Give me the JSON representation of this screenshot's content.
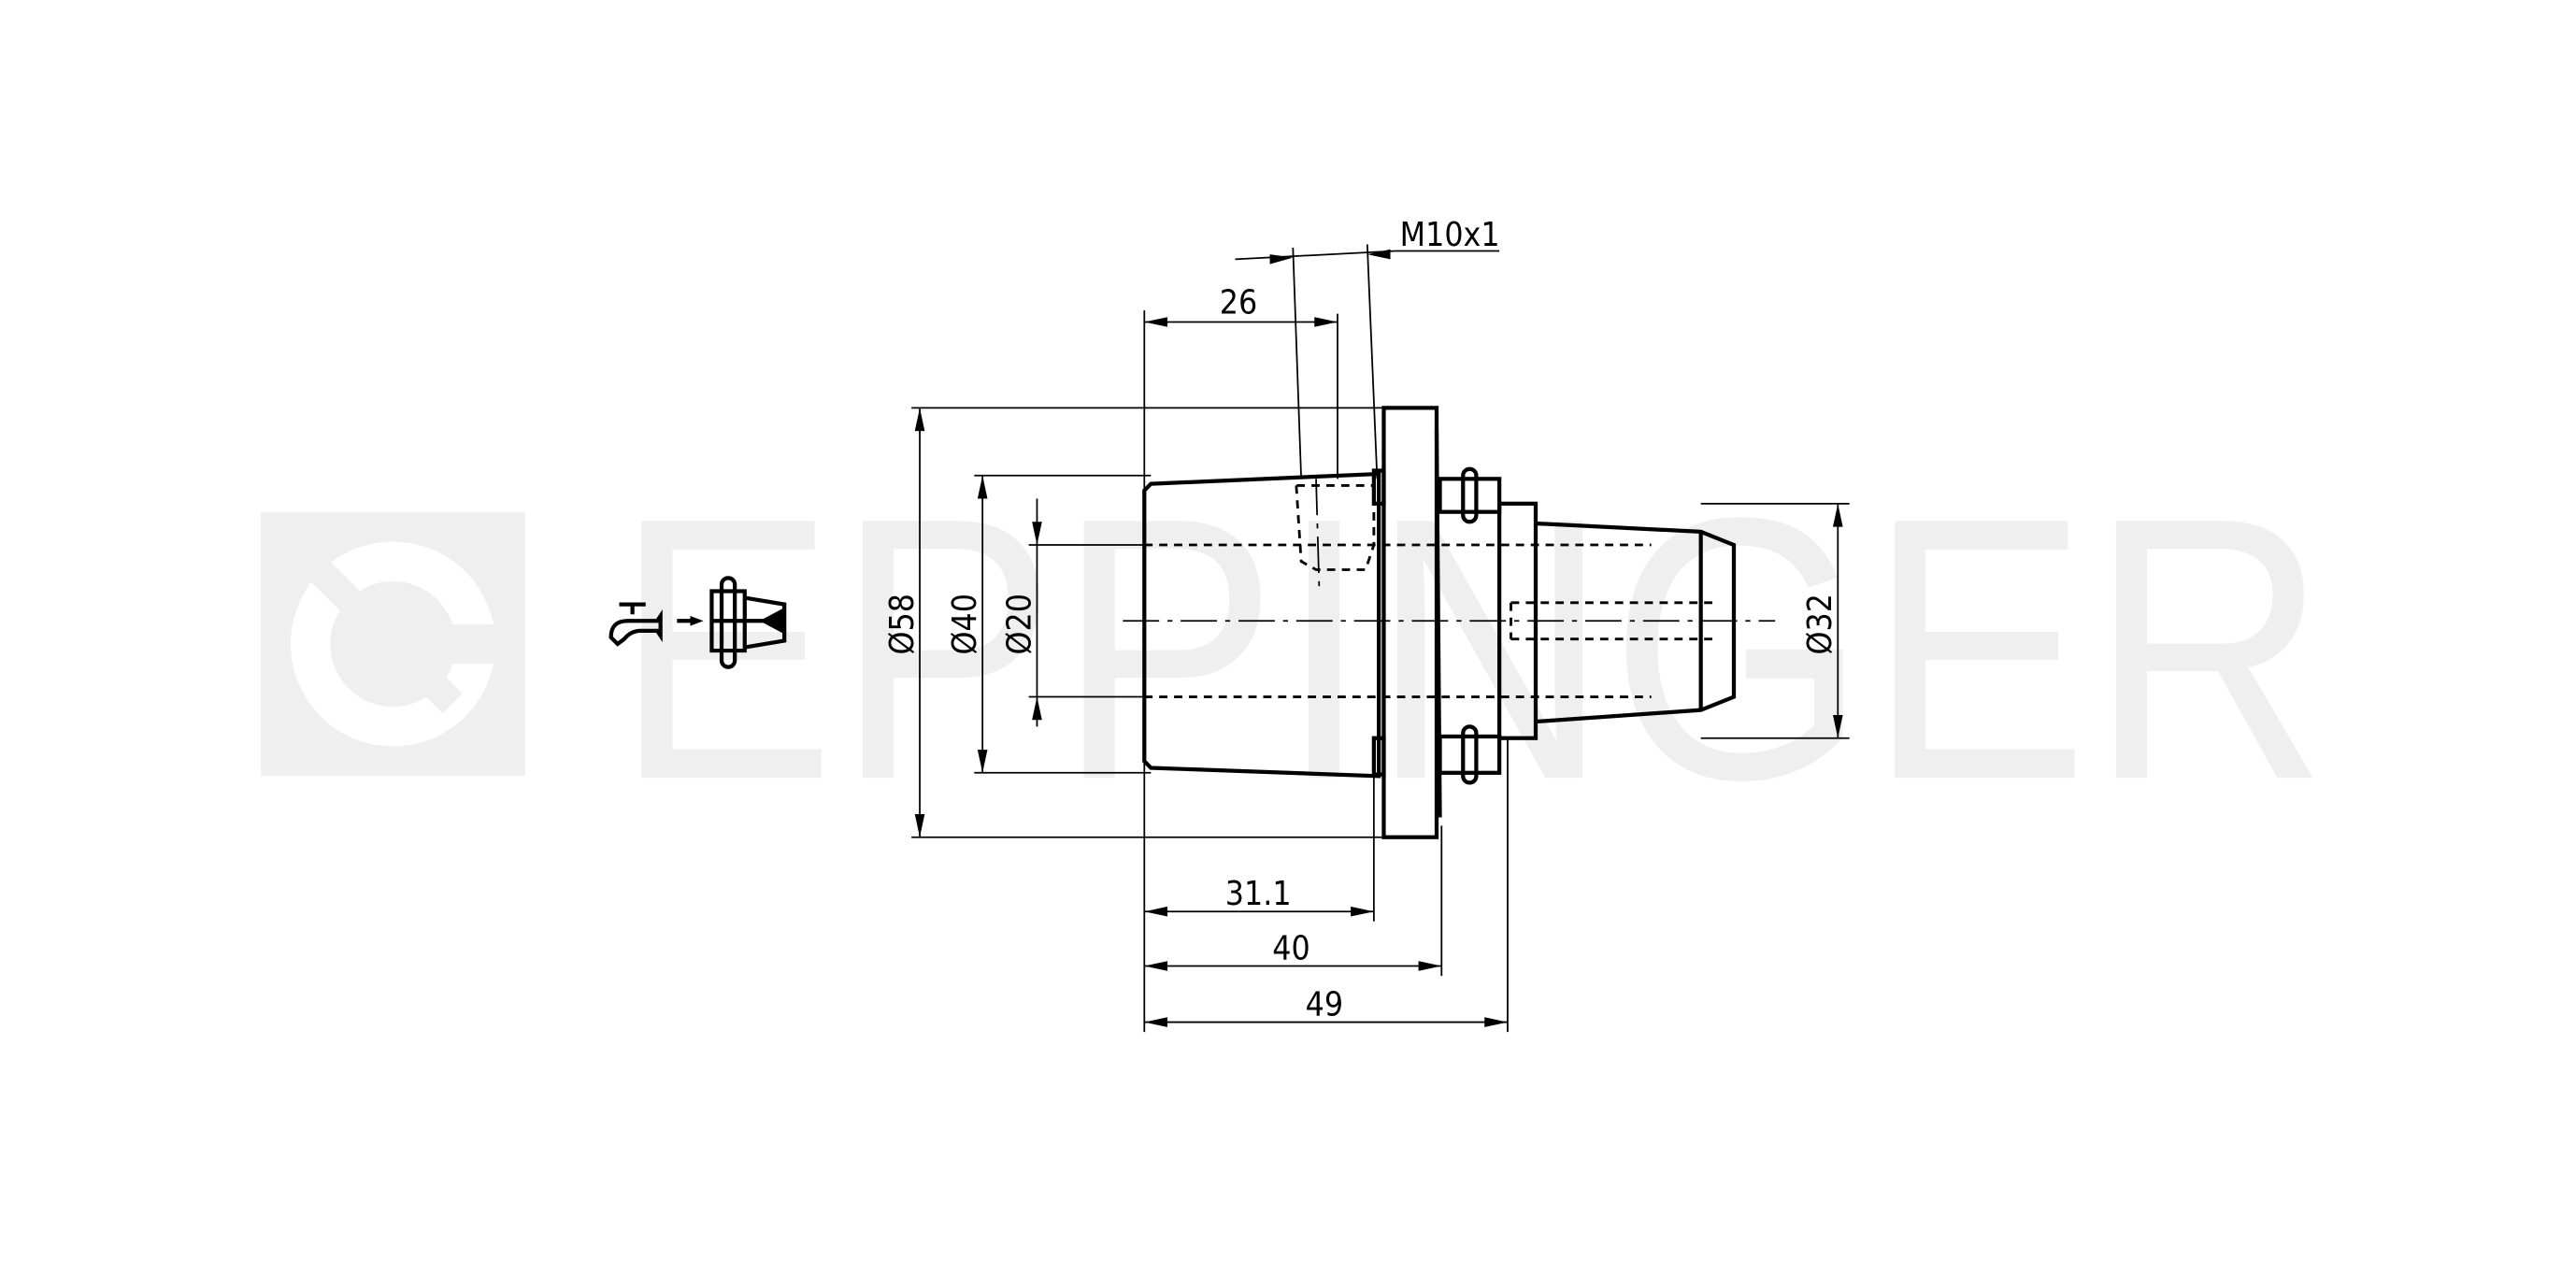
{
  "watermark": {
    "brand": "EPPINGER",
    "color": "#efefef"
  },
  "dimensions": {
    "dia58": "Ø58",
    "dia40": "Ø40",
    "dia20": "Ø20",
    "dia32": "Ø32",
    "len26": "26",
    "len31_1": "31.1",
    "len40": "40",
    "len49": "49",
    "thread": "M10x1"
  },
  "icons": {
    "coolant": "water-tap-icon",
    "tool": "tool-holder-icon"
  }
}
